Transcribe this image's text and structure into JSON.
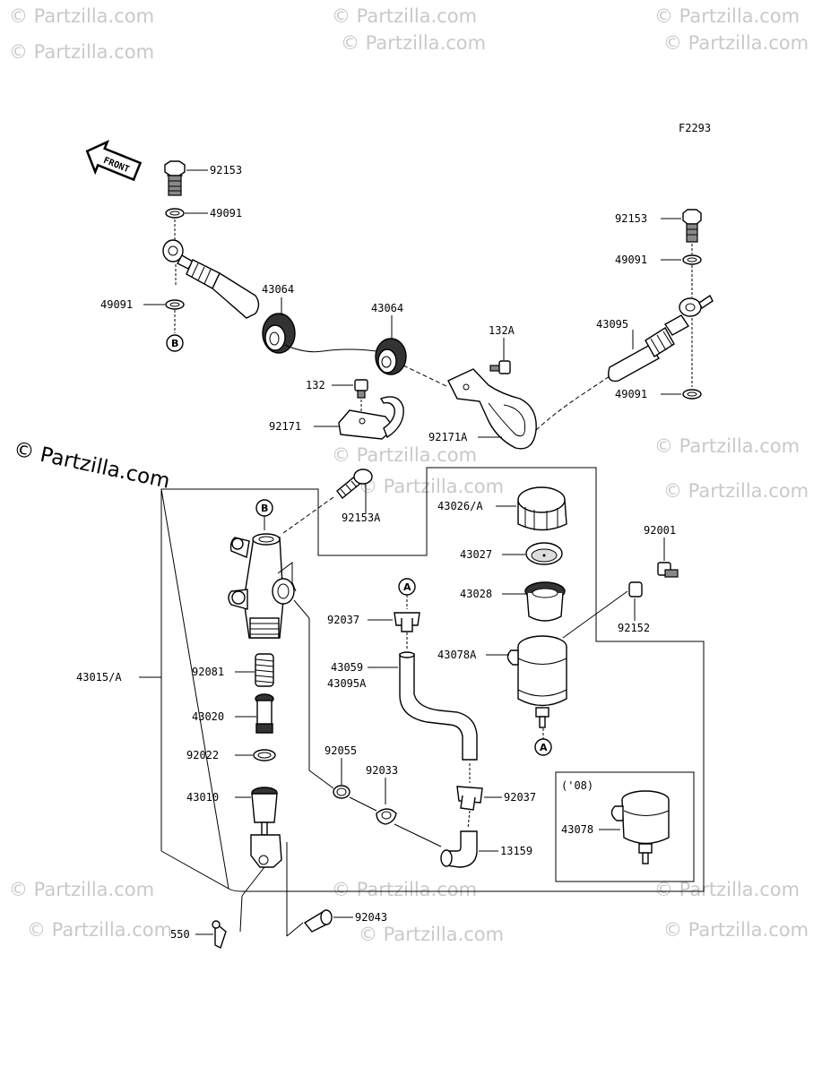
{
  "figure_code": "F2293",
  "front_label": "FRONT",
  "variant_label": "('08)",
  "copyright_text": "© Partzilla.com",
  "watermark_text": "© Partzilla.com",
  "ref_markers": {
    "a": "A",
    "b": "B"
  },
  "labels": {
    "l92153_left": "92153",
    "l49091_left_top": "49091",
    "l49091_left_bot": "49091",
    "l43064_left": "43064",
    "l43064_mid": "43064",
    "l132A": "132A",
    "l43095": "43095",
    "l92153_right": "92153",
    "l49091_right_top": "49091",
    "l49091_right_bot": "49091",
    "l132": "132",
    "l92171": "92171",
    "l92171A": "92171A",
    "l92153A": "92153A",
    "l43026A": "43026/A",
    "l43027": "43027",
    "l43028": "43028",
    "l92001": "92001",
    "l92152": "92152",
    "l92037_top": "92037",
    "l43059": "43059",
    "l43095A": "43095A",
    "l43078A": "43078A",
    "l43015A": "43015/A",
    "l92081": "92081",
    "l43020": "43020",
    "l92022": "92022",
    "l43010": "43010",
    "l92055": "92055",
    "l92033": "92033",
    "l92037_bot": "92037",
    "l13159": "13159",
    "l43078": "43078",
    "l92043": "92043",
    "l550": "550"
  }
}
